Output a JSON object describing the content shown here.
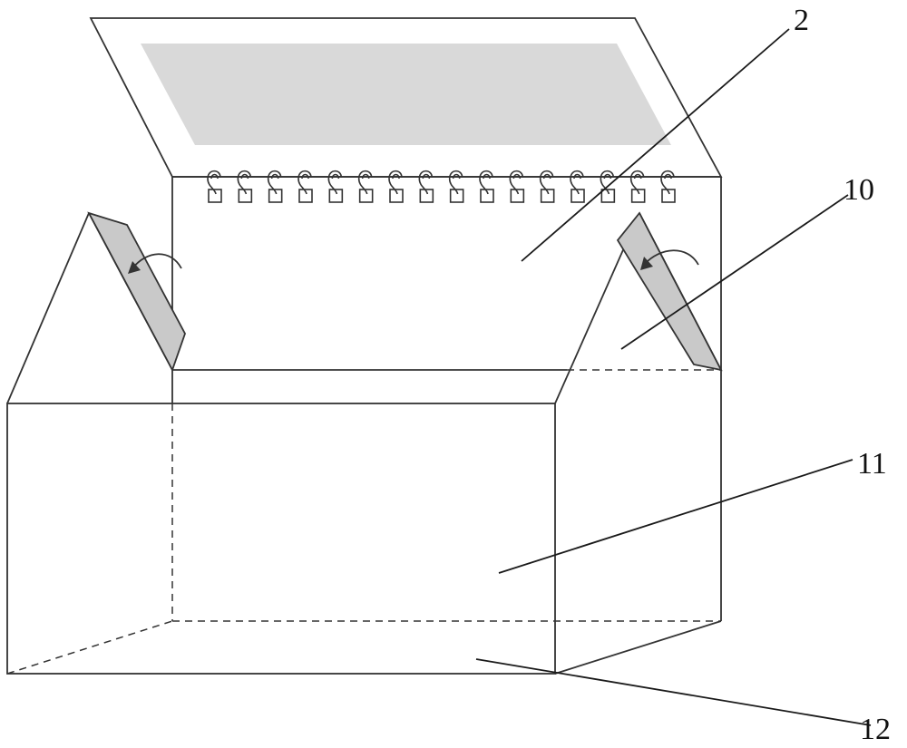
{
  "labels": {
    "cover_screen": "2",
    "side_flap": "10",
    "box_body": "11",
    "base": "12"
  },
  "binding": {
    "ring_count": 16
  },
  "colors": {
    "stroke": "#333333",
    "flap_fill": "#c9c9c9",
    "screen_fill": "#d9d9d9",
    "background": "#ffffff"
  }
}
